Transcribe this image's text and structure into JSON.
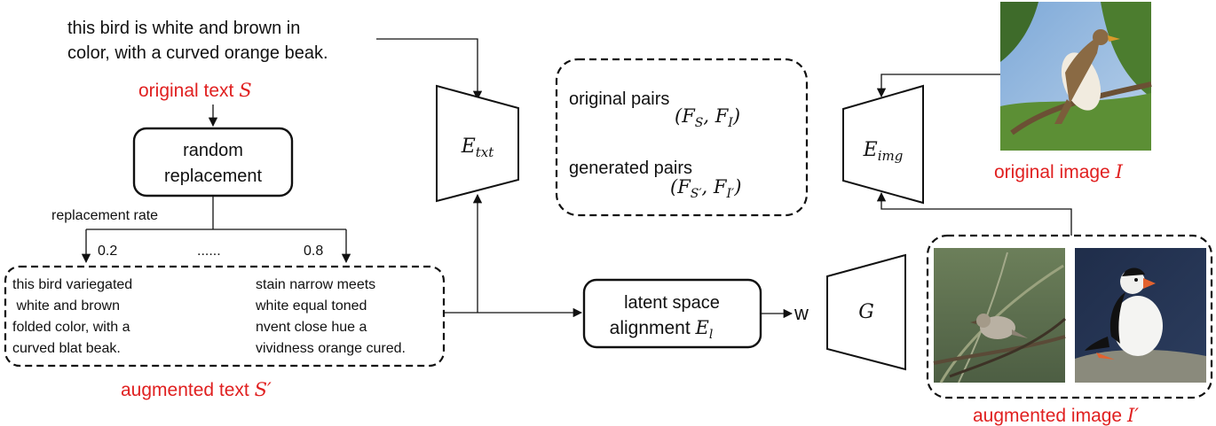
{
  "input_text": {
    "line1": "this bird is white and brown in",
    "line2": "color, with a curved orange beak."
  },
  "original_text_label": {
    "text": "original text ",
    "symbol": "S"
  },
  "random_replacement": {
    "line1": "random",
    "line2": "replacement"
  },
  "replacement_rate": {
    "label": "replacement rate",
    "low": "0.2",
    "ellipsis": "......",
    "high": "0.8"
  },
  "augmented_text_box": {
    "left": [
      "this bird variegated",
      " white and brown",
      "folded color, with a",
      "curved blat beak."
    ],
    "right": [
      "stain narrow meets",
      "white equal toned",
      "nvent close hue a",
      "vividness orange cured."
    ]
  },
  "augmented_text_label": {
    "text": "augmented text ",
    "symbol": "S′"
  },
  "text_encoder": {
    "base": "E",
    "sub": "txt"
  },
  "pairs_box": {
    "original_label": "original pairs",
    "original_formula": "(F",
    "original_sub1": "S",
    "original_sep": ", F",
    "original_sub2": "I",
    "original_close": ")",
    "generated_label": "generated pairs",
    "generated_formula": "(F",
    "generated_sub1": "S′",
    "generated_sep": ", F",
    "generated_sub2": "I′",
    "generated_close": ")"
  },
  "image_encoder": {
    "base": "E",
    "sub": "img"
  },
  "original_image_label": {
    "text": "original image ",
    "symbol": "I"
  },
  "latent_alignment": {
    "line1": "latent space",
    "line2": "alignment ",
    "symbol": "E",
    "sub": "l"
  },
  "w_label": "w",
  "generator": {
    "symbol": "G"
  },
  "augmented_image_label": {
    "text": "augmented image ",
    "symbol": "I′"
  },
  "colors": {
    "accent_red": "#e02020",
    "stroke": "#111111"
  }
}
